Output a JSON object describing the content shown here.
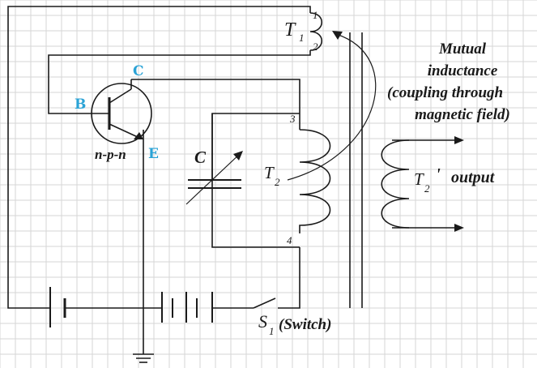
{
  "labels": {
    "collector": "C",
    "base": "B",
    "emitter": "E",
    "transistor_type": "n-p-n",
    "capacitor": "C",
    "t1": "T",
    "t1_sub": "1",
    "t2": "T",
    "t2_sub": "2",
    "t2_out": "T",
    "t2_out_sub": "2",
    "t2_out_prime": "'",
    "output": "output",
    "pin1": "1",
    "pin2": "2",
    "pin3": "3",
    "pin4": "4",
    "switch": "S",
    "switch_sub": "1",
    "switch_text": "(Switch)",
    "mutual_line1": "Mutual",
    "mutual_line2": "inductance",
    "mutual_line3": "(coupling through",
    "mutual_line4": "magnetic field)"
  },
  "colors": {
    "terminal_label": "#2ba3d6",
    "wire": "#1a1a1a",
    "grid": "#d6d6d6"
  }
}
